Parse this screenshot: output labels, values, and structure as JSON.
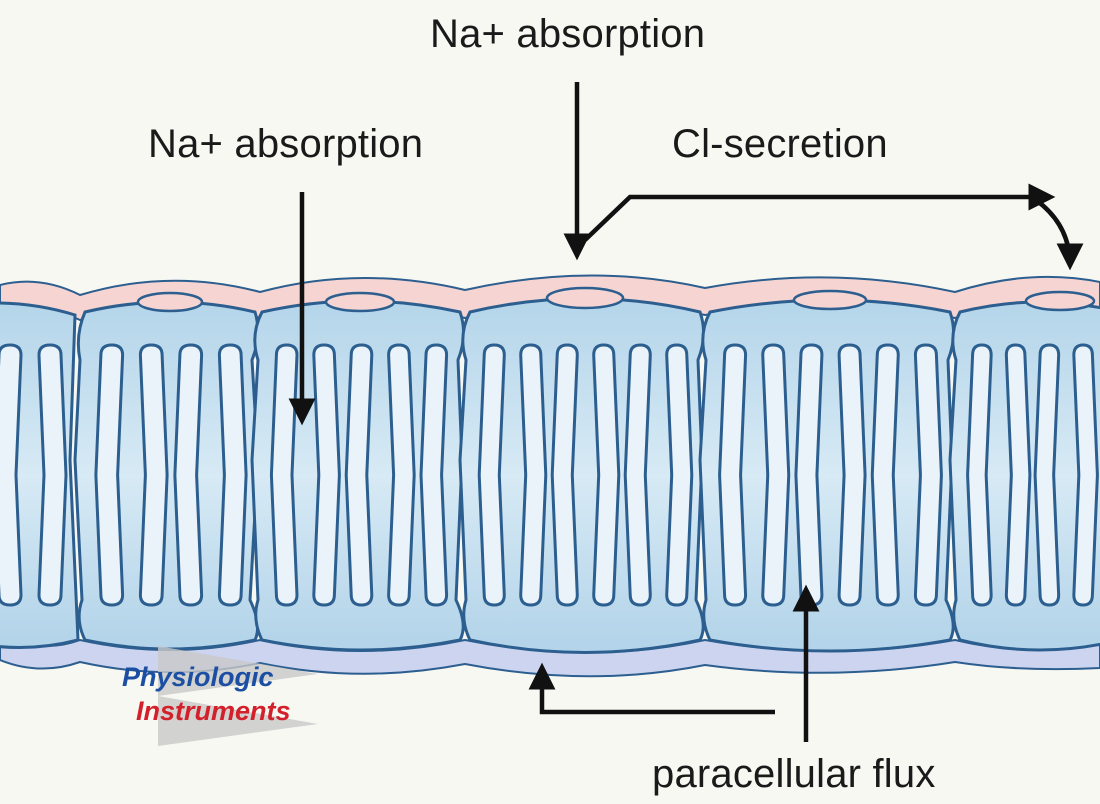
{
  "labels": {
    "na_absorption_top": "Na+ absorption",
    "na_absorption_left": "Na+ absorption",
    "cl_secretion": "Cl-secretion",
    "paracellular_flux": "paracellular flux"
  },
  "logo": {
    "line1": "Physiologic",
    "line2": "Instruments"
  },
  "colors": {
    "background": "#f8f8f3",
    "cell_fill": "#bcd9ec",
    "cell_outline": "#2c5f8f",
    "apical_layer": "#f6d4d2",
    "basal_layer": "#cdd4f0",
    "arrow": "#111111",
    "logo_blue": "#1c4fa3",
    "logo_red": "#d3202a"
  }
}
